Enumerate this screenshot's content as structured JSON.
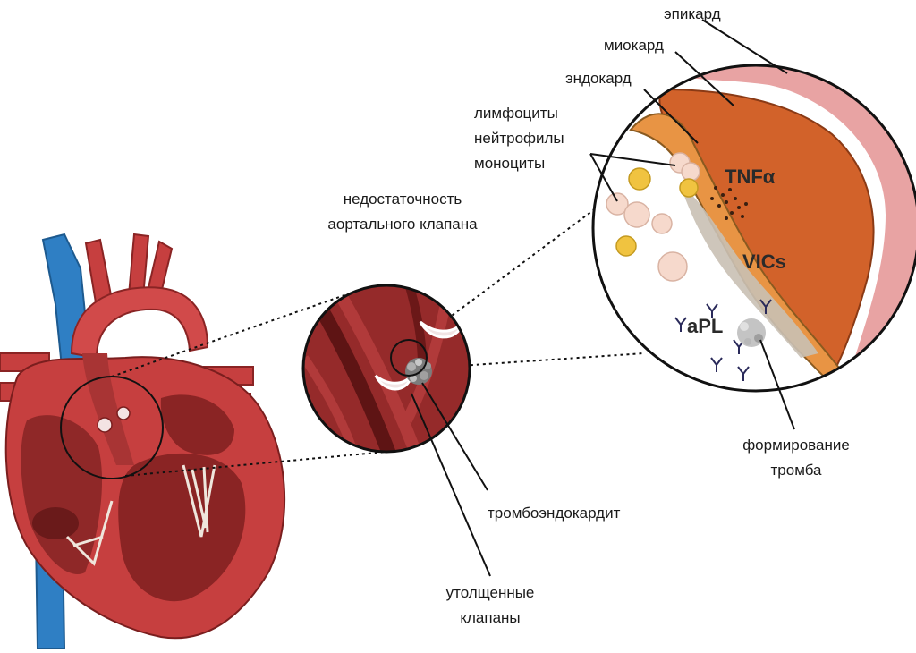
{
  "labels": {
    "epicard": "эпикард",
    "myocard": "миокард",
    "endocard": "эндокард",
    "lymphocytes": "лимфоциты",
    "neutrophils": "нейтрофилы",
    "monocytes": "моноциты",
    "aortic_insufficiency_1": "недостаточность",
    "aortic_insufficiency_2": "аортального клапана",
    "tnf": "TNFα",
    "vics": "VICs",
    "apl": "aPL",
    "thrombus_1": "формирование",
    "thrombus_2": "тромба",
    "thromboendocarditis": "тромбоэндокардит",
    "thickened_1": "утолщенные",
    "thickened_2": "клапаны"
  },
  "colors": {
    "epicard": "#e8a3a3",
    "myocard": "#d2622a",
    "endocard": "#e89444",
    "valve_tissue": "#c9c0b4",
    "heart_red": "#c63f3f",
    "heart_dark": "#8a2424",
    "vessel_blue": "#2f7fc4",
    "cell_yellow": "#f0c340",
    "cell_pink": "#f6d9cc"
  }
}
